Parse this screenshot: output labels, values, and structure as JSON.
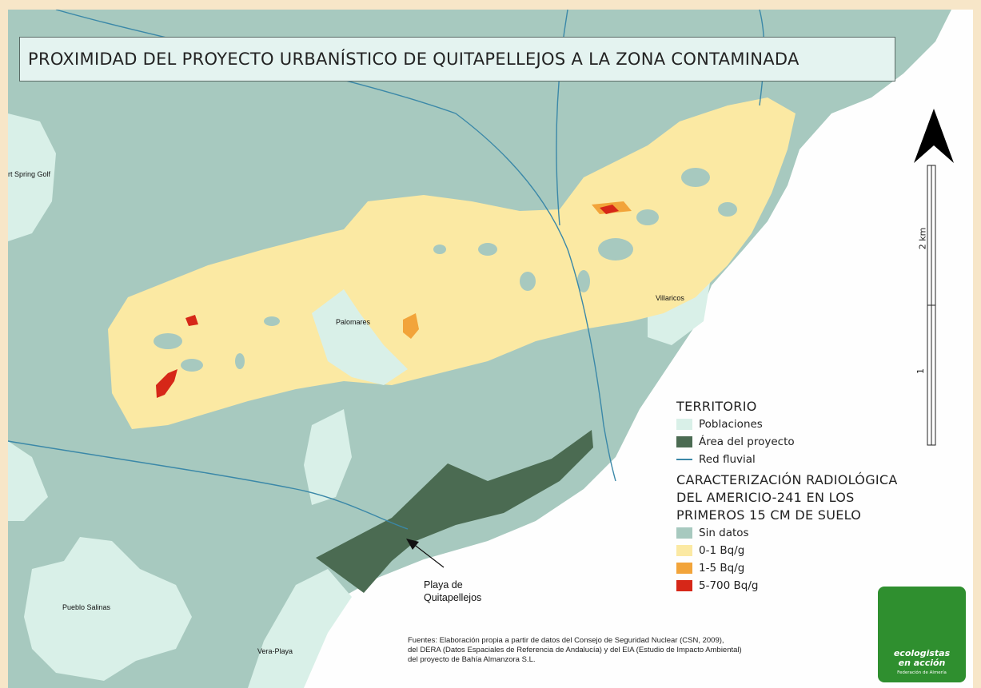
{
  "title": "PROXIMIDAD DEL PROYECTO URBANÍSTICO DE QUITAPELLEJOS A LA ZONA CONTAMINADA",
  "place_labels": {
    "spring_golf": "rt Spring Golf",
    "palomares": "Palomares",
    "villaricos": "Villaricos",
    "pueblo_salinas": "Pueblo Salinas",
    "vera_playa": "Vera-Playa"
  },
  "annotation": {
    "line1": "Playa de",
    "line2": "Quitapellejos"
  },
  "scale_bar": {
    "label_2km": "2 km",
    "label_1": "1"
  },
  "legend": {
    "territorio_title": "TERRITORIO",
    "territorio_items": [
      {
        "label": "Poblaciones",
        "color": "#d9f0e8"
      },
      {
        "label": "Área del proyecto",
        "color": "#4b6b52"
      },
      {
        "label": "Red fluvial",
        "color": "#3b88a8"
      }
    ],
    "radio_title_1": "CARACTERIZACIÓN RADIOLÓGICA",
    "radio_title_2": "DEL AMERICIO-241 EN LOS",
    "radio_title_3": "PRIMEROS 15 CM DE SUELO",
    "radio_items": [
      {
        "label": "Sin datos",
        "color": "#a7c9bf"
      },
      {
        "label": "0-1 Bq/g",
        "color": "#fbe9a3"
      },
      {
        "label": "1-5 Bq/g",
        "color": "#f2a43a"
      },
      {
        "label": "5-700 Bq/g",
        "color": "#d62718"
      }
    ]
  },
  "sources": {
    "line1": "Fuentes: Elaboración propia a partir de datos del Consejo de Seguridad Nuclear (CSN, 2009),",
    "line2": "del DERA (Datos Espaciales de Referencia de Andalucía) y del EIA (Estudio de Impacto Ambiental)",
    "line3": "del proyecto de Bahía Almanzora S.L."
  },
  "logo": {
    "line1": "ecologistas",
    "line2": "en acción",
    "line3": "Federación de Almería"
  },
  "colors": {
    "sin_datos": "#a7c9bf",
    "sea": "#fefefe",
    "poblaciones": "#d9f0e8",
    "proyecto": "#4b6b52",
    "low": "#fbe9a3",
    "mid": "#f2a43a",
    "high": "#d62718",
    "river": "#3b88a8",
    "frame": "#f7e6c8"
  }
}
